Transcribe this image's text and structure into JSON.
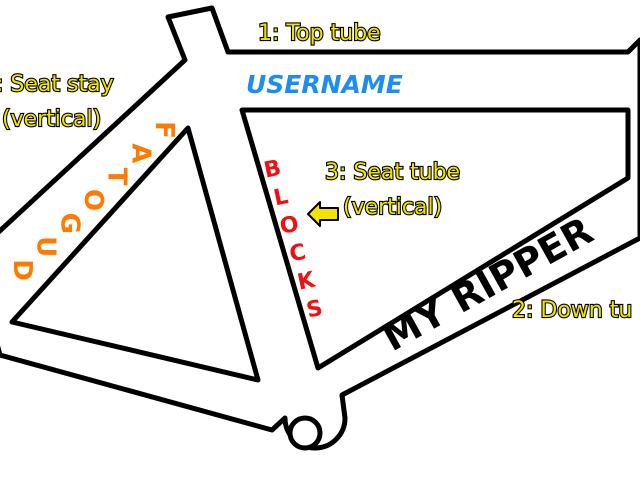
{
  "callouts": {
    "top_tube": "1: Top tube",
    "down_tube": "2: Down tu",
    "seat_tube_line1": "3: Seat tube",
    "seat_tube_line2": "(vertical)",
    "seat_stay_line1": ": Seat stay",
    "seat_stay_line2": "(vertical)"
  },
  "decals": {
    "username": "USERNAME",
    "seat_tube_letters": [
      "B",
      "L",
      "O",
      "C",
      "K",
      "S"
    ],
    "seat_stay_letters": [
      "F",
      "A",
      "T",
      "O",
      "G",
      "U",
      "D"
    ],
    "down_tube_text": "MY RIPPER"
  },
  "colors": {
    "callout": "#f3e300",
    "username": "#1e8cf0",
    "seat_tube_decal": "#ee1111",
    "seat_stay_decal": "#ff7a00",
    "down_tube_decal": "#000000",
    "outline": "#000000"
  }
}
